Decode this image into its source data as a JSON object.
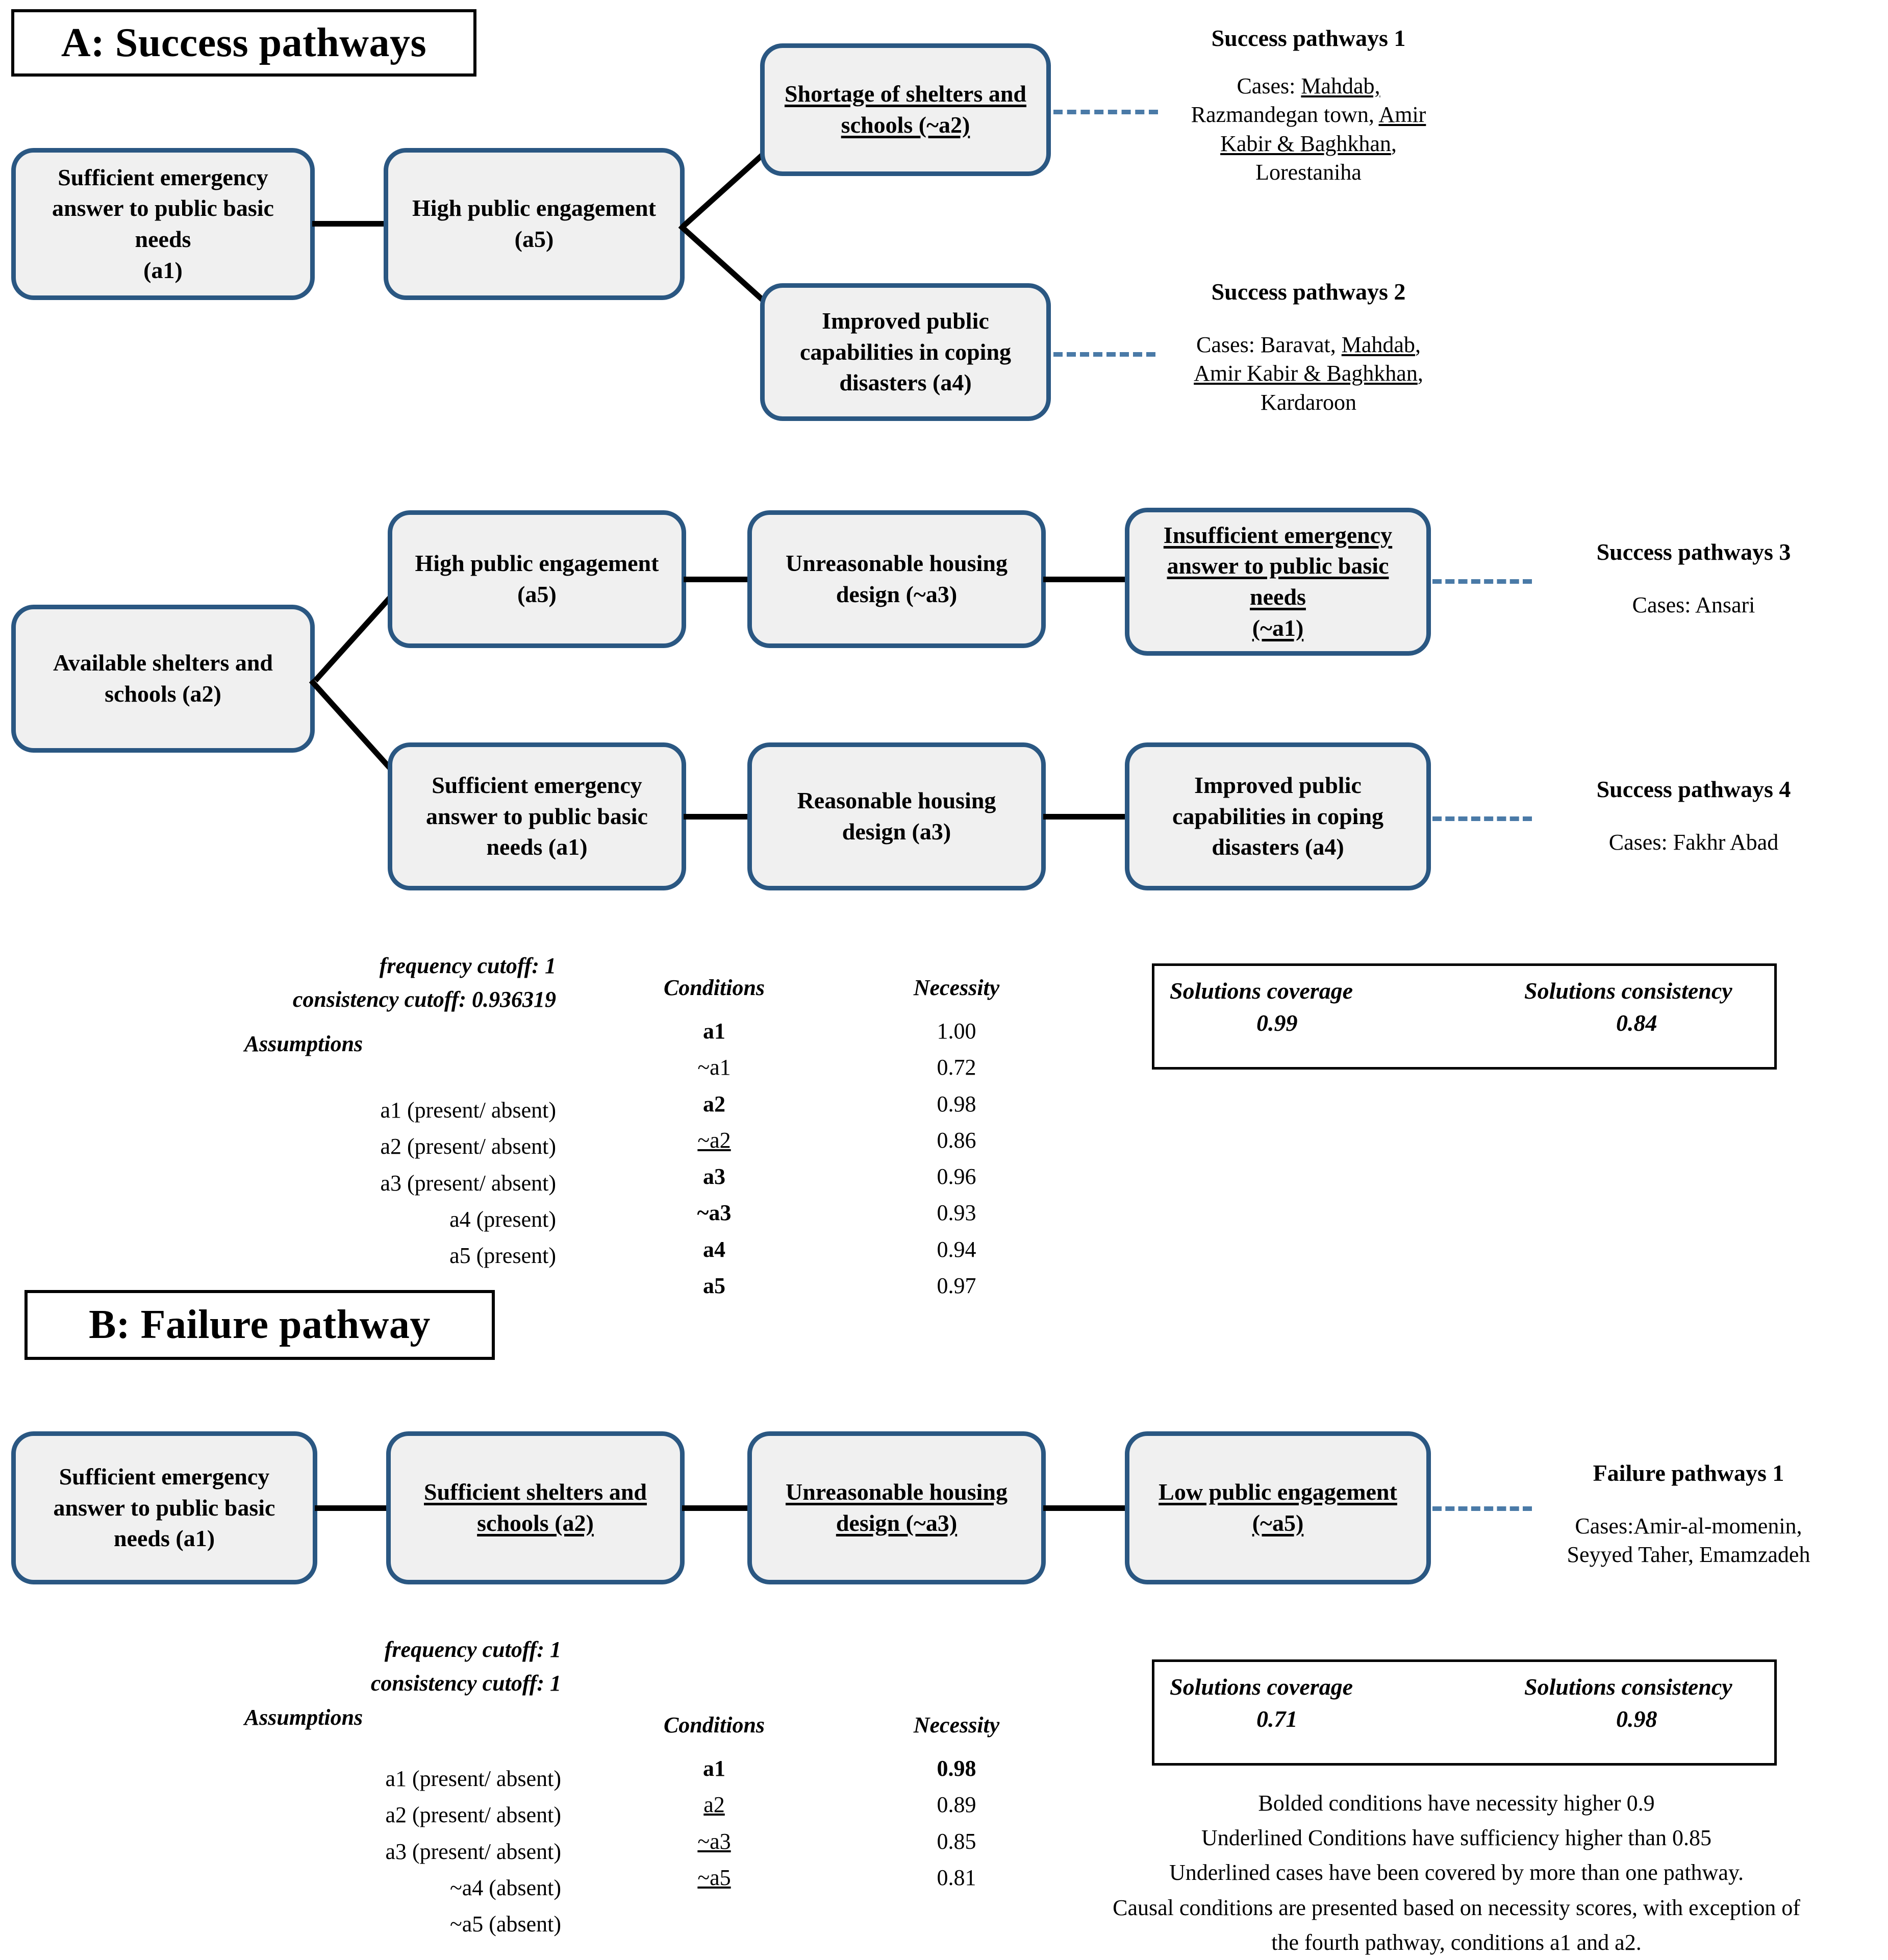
{
  "sections": {
    "a": {
      "title": "A: Success pathways"
    },
    "b": {
      "title": "B: Failure pathway"
    }
  },
  "nodes": {
    "a1_sufficient": "Sufficient emergency answer to public basic needs (a1)",
    "a1_sufficient_l1": "Sufficient emergency",
    "a1_sufficient_l2": "answer to public basic",
    "a1_sufficient_l3": "needs",
    "a1_sufficient_l4": "(a1)",
    "a5_high_l1": "High public engagement",
    "a5_high_l2": "(a5)",
    "na2_shortage_l1": "Shortage of shelters and",
    "na2_shortage_l2": "schools (~a2)",
    "a4_improved_l1": "Improved public",
    "a4_improved_l2": "capabilities in coping",
    "a4_improved_l3": "disasters (a4)",
    "a2_available_l1": "Available shelters and",
    "a2_available_l2": "schools (a2)",
    "na3_unreasonable_l1": "Unreasonable housing",
    "na3_unreasonable_l2": "design (~a3)",
    "na1_insufficient_l1": "Insufficient emergency",
    "na1_insufficient_l2": "answer to public basic",
    "na1_insufficient_l3": "needs",
    "na1_insufficient_l4": "(~a1)",
    "a1_sufficient_b_l1": "Sufficient emergency",
    "a1_sufficient_b_l2": "answer to public basic",
    "a1_sufficient_b_l3": "needs (a1)",
    "a3_reasonable_l1": "Reasonable housing",
    "a3_reasonable_l2": "design (a3)",
    "a2_sufficient_shelters_l1": "Sufficient shelters and",
    "a2_sufficient_shelters_l2": "schools (a2)",
    "na5_low_l1": "Low public engagement",
    "na5_low_l2": "(~a5)"
  },
  "pathways": [
    {
      "id": 1,
      "title": "Success pathways 1",
      "cases_lines": [
        [
          {
            "t": "Cases: ",
            "u": false
          },
          {
            "t": "Mahdab,",
            "u": true
          }
        ],
        [
          {
            "t": "Razmandegan town, ",
            "u": false
          },
          {
            "t": "Amir",
            "u": true
          }
        ],
        [
          {
            "t": "Kabir & Baghkhan",
            "u": true
          },
          {
            "t": ",",
            "u": false
          }
        ],
        [
          {
            "t": "Lorestaniha",
            "u": false
          }
        ]
      ]
    },
    {
      "id": 2,
      "title": "Success pathways 2",
      "cases_lines": [
        [
          {
            "t": "Cases: Baravat, ",
            "u": false
          },
          {
            "t": "Mahdab",
            "u": true
          },
          {
            "t": ",",
            "u": false
          }
        ],
        [
          {
            "t": "Amir Kabir & Baghkhan",
            "u": true
          },
          {
            "t": ",",
            "u": false
          }
        ],
        [
          {
            "t": "Kardaroon",
            "u": false
          }
        ]
      ]
    },
    {
      "id": 3,
      "title": "Success pathways 3",
      "cases_lines": [
        [
          {
            "t": "Cases: Ansari",
            "u": false
          }
        ]
      ]
    },
    {
      "id": 4,
      "title": "Success pathways 4",
      "cases_lines": [
        [
          {
            "t": "Cases: Fakhr Abad",
            "u": false
          }
        ]
      ]
    },
    {
      "id": 5,
      "title": "Failure pathways 1",
      "cases_lines": [
        [
          {
            "t": "Cases:Amir-al-momenin,",
            "u": false
          }
        ],
        [
          {
            "t": "Seyyed Taher, Emamzadeh",
            "u": false
          }
        ]
      ]
    }
  ],
  "stats_a": {
    "frequency_cutoff": "frequency cutoff: 1",
    "consistency_cutoff": "consistency cutoff: 0.936319",
    "assumptions_header": "Assumptions",
    "assumptions": [
      "a1 (present/ absent)",
      "a2 (present/ absent)",
      "a3 (present/ absent)",
      "a4 (present)",
      "a5 (present)"
    ],
    "conditions_header": "Conditions",
    "necessity_header": "Necessity",
    "rows": [
      {
        "condition": "a1",
        "necessity": "1.00",
        "bold": true,
        "underline": false,
        "nec_bold": false
      },
      {
        "condition": "~a1",
        "necessity": "0.72",
        "bold": false,
        "underline": false,
        "nec_bold": false
      },
      {
        "condition": "a2",
        "necessity": "0.98",
        "bold": true,
        "underline": false,
        "nec_bold": false
      },
      {
        "condition": "~a2",
        "necessity": "0.86",
        "bold": false,
        "underline": true,
        "nec_bold": false
      },
      {
        "condition": "a3",
        "necessity": "0.96",
        "bold": true,
        "underline": false,
        "nec_bold": false
      },
      {
        "condition": "~a3",
        "necessity": "0.93",
        "bold": true,
        "underline": false,
        "nec_bold": false
      },
      {
        "condition": "a4",
        "necessity": "0.94",
        "bold": true,
        "underline": false,
        "nec_bold": false
      },
      {
        "condition": "a5",
        "necessity": "0.97",
        "bold": true,
        "underline": false,
        "nec_bold": false
      }
    ],
    "solutions_coverage_label": "Solutions coverage",
    "solutions_coverage_value": "0.99",
    "solutions_consistency_label": "Solutions consistency",
    "solutions_consistency_value": "0.84"
  },
  "stats_b": {
    "frequency_cutoff": "frequency cutoff: 1",
    "consistency_cutoff": "consistency cutoff: 1",
    "assumptions_header": "Assumptions",
    "assumptions": [
      "a1 (present/ absent)",
      "a2 (present/ absent)",
      "a3 (present/ absent)",
      "~a4 (absent)",
      "~a5 (absent)"
    ],
    "conditions_header": "Conditions",
    "necessity_header": "Necessity",
    "rows": [
      {
        "condition": "a1",
        "necessity": "0.98",
        "bold": true,
        "underline": false,
        "nec_bold": true
      },
      {
        "condition": "a2",
        "necessity": "0.89",
        "bold": false,
        "underline": true,
        "nec_bold": false
      },
      {
        "condition": "~a3",
        "necessity": "0.85",
        "bold": false,
        "underline": true,
        "nec_bold": false
      },
      {
        "condition": "~a5",
        "necessity": "0.81",
        "bold": false,
        "underline": true,
        "nec_bold": false
      }
    ],
    "solutions_coverage_label": "Solutions coverage",
    "solutions_coverage_value": "0.71",
    "solutions_consistency_label": "Solutions consistency",
    "solutions_consistency_value": "0.98"
  },
  "footnotes": [
    "Bolded conditions have necessity higher 0.9",
    "Underlined Conditions have sufficiency higher than 0.85",
    "Underlined cases have been covered by more than one pathway.",
    "Causal conditions are presented based on necessity scores, with exception of",
    "the fourth pathway, conditions a1 and a2."
  ],
  "colors": {
    "node_border": "#2a5782",
    "node_fill": "#f0f0f0",
    "connector": "#000000",
    "dashed_connector": "#4a7aa7"
  }
}
